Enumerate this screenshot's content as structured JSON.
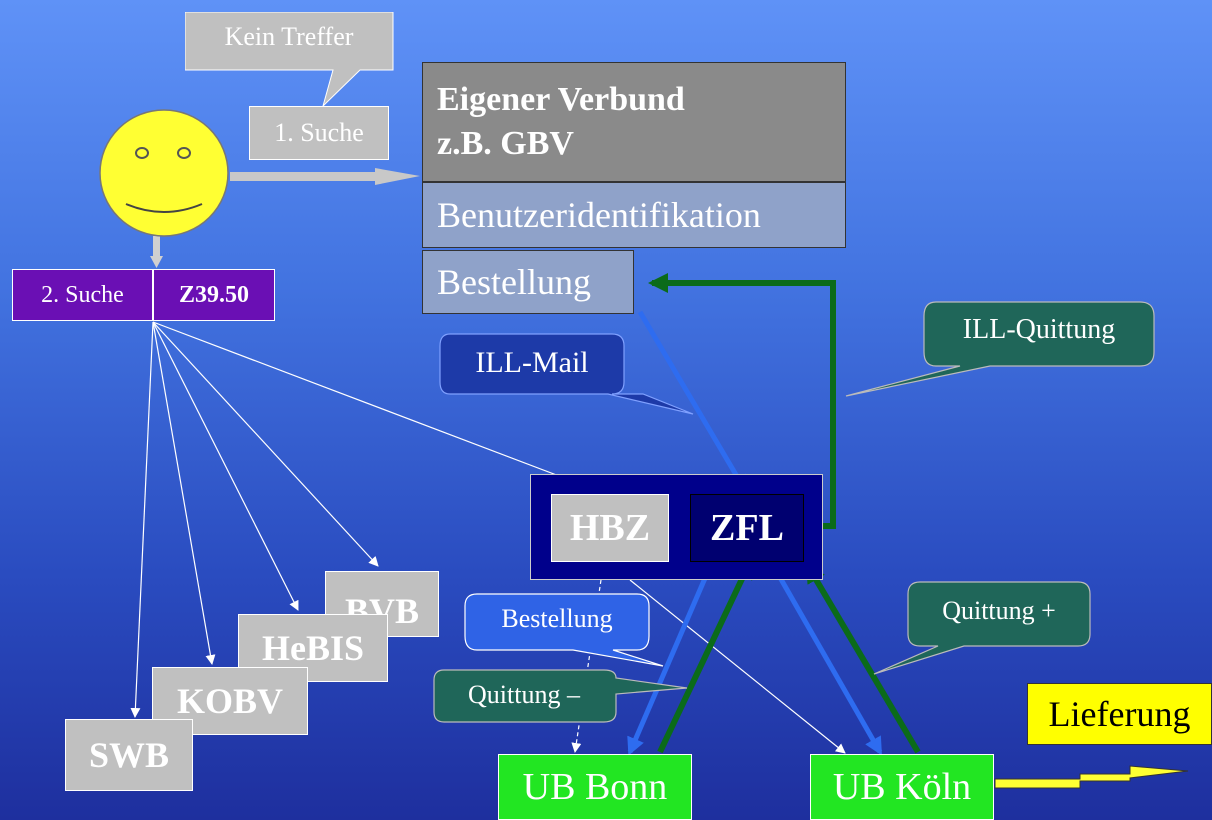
{
  "callouts": {
    "kein_treffer": "Kein Treffer",
    "erste_suche": "1. Suche",
    "ill_mail": "ILL-Mail",
    "ill_quittung": "ILL-Quittung",
    "bestellung_bubble": "Bestellung",
    "quittung_plus": "Quittung +",
    "quittung_minus": "Quittung –"
  },
  "verbund": {
    "title_line1": "Eigener Verbund",
    "title_line2": "z.B. GBV",
    "benutzer": "Benutzeridentifikation",
    "bestellung": "Bestellung"
  },
  "search": {
    "zweite_suche": "2. Suche",
    "z3950": "Z39.50"
  },
  "targets": [
    "BVB",
    "HeBIS",
    "KOBV",
    "SWB"
  ],
  "center": {
    "hbz": "HBZ",
    "zfl": "ZFL"
  },
  "libraries": {
    "bonn": "UB Bonn",
    "koeln": "UB Köln"
  },
  "lieferung": "Lieferung",
  "colors": {
    "green_dark": "#0b6b1a",
    "teal_bubble": "#1f6659",
    "blue_arrow": "#2e6cf0",
    "purple": "#6a0fb4",
    "navy": "#00008b",
    "lime": "#22e622",
    "yellow": "#ffff00"
  }
}
